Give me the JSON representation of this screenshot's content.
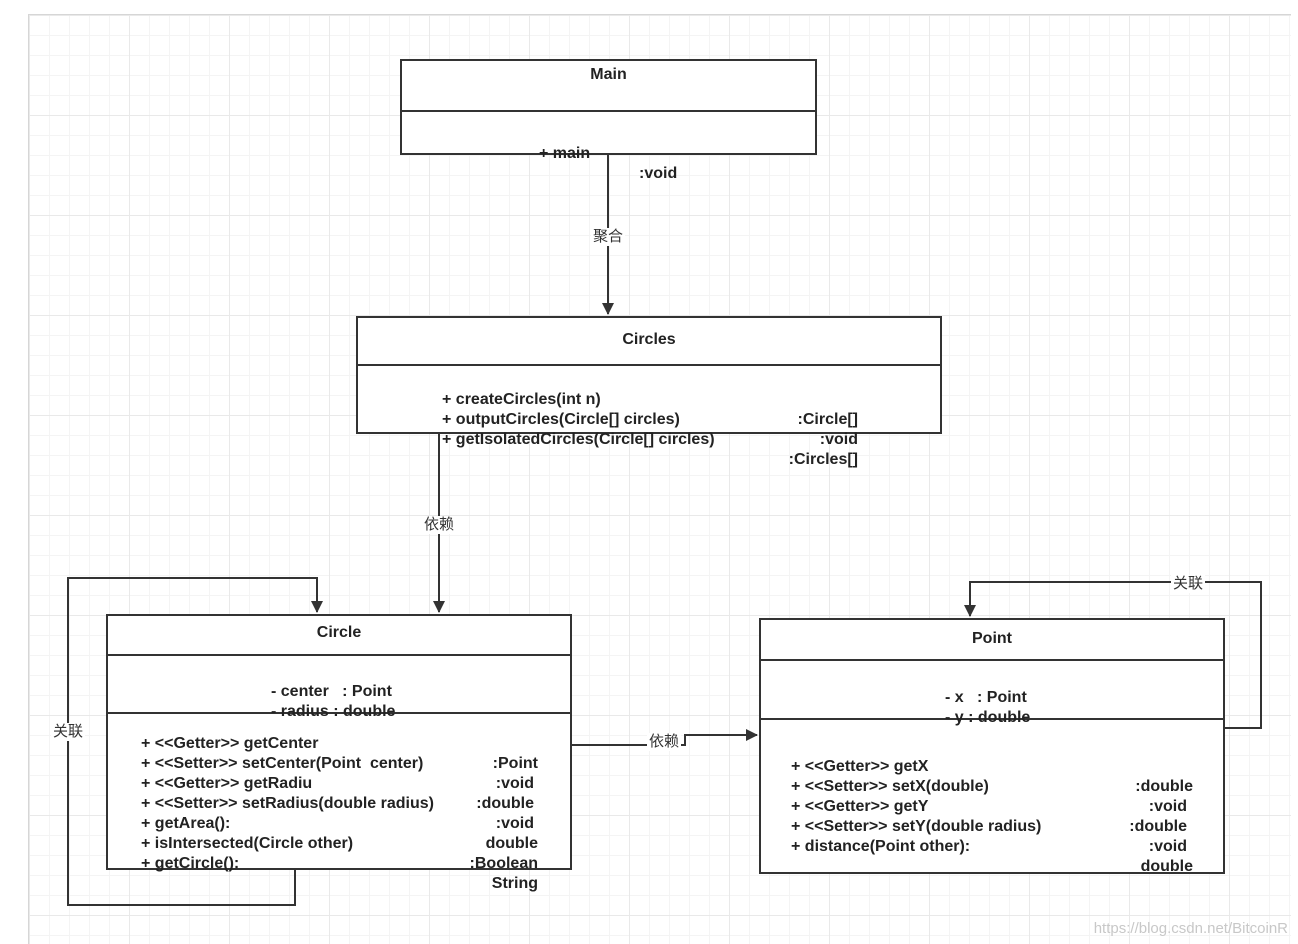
{
  "classes": {
    "main": {
      "name": "Main",
      "methods": [
        {
          "sig": "+ main",
          "ret": ":void"
        }
      ]
    },
    "circles": {
      "name": "Circles",
      "methods": [
        {
          "sig": "+ createCircles(int n)",
          "ret": ":Circle[]"
        },
        {
          "sig": "+ outputCircles(Circle[] circles)",
          "ret": ":void"
        },
        {
          "sig": "+ getIsolatedCircles(Circle[] circles)",
          "ret": ":Circles[]"
        }
      ]
    },
    "circle": {
      "name": "Circle",
      "attributes": [
        "- center   : Point",
        "- radius : double"
      ],
      "methods": [
        {
          "sig": "+ <<Getter>> getCenter",
          "ret": ":Point"
        },
        {
          "sig": "+ <<Setter>> setCenter(Point  center)",
          "ret": ":void"
        },
        {
          "sig": "+ <<Getter>> getRadiu",
          "ret": ":double"
        },
        {
          "sig": "+ <<Setter>> setRadius(double radius)",
          "ret": ":void"
        },
        {
          "sig": "+ getArea():",
          "ret": "double"
        },
        {
          "sig": "+ isIntersected(Circle other)",
          "ret": ":Boolean"
        },
        {
          "sig": "+ getCircle():",
          "ret": "String"
        }
      ]
    },
    "point": {
      "name": "Point",
      "attributes": [
        "- x   : Point",
        "- y : double"
      ],
      "methods": [
        {
          "sig": "+ <<Getter>> getX",
          "ret": ":double"
        },
        {
          "sig": "+ <<Setter>> setX(double)",
          "ret": ":void"
        },
        {
          "sig": "+ <<Getter>> getY",
          "ret": ":double"
        },
        {
          "sig": "+ <<Setter>> setY(double radius)",
          "ret": ":void"
        },
        {
          "sig": "+ distance(Point other):",
          "ret": "double"
        }
      ]
    }
  },
  "relations": {
    "main_circles": "聚合",
    "circles_circle": "依赖",
    "circle_point": "依赖",
    "circle_self": "关联",
    "point_self": "关联"
  },
  "colors": {
    "line": "#333333",
    "grid": "#e9e9e9",
    "watermark": "#c8c8c8"
  },
  "watermark": "https://blog.csdn.net/BitcoinR"
}
